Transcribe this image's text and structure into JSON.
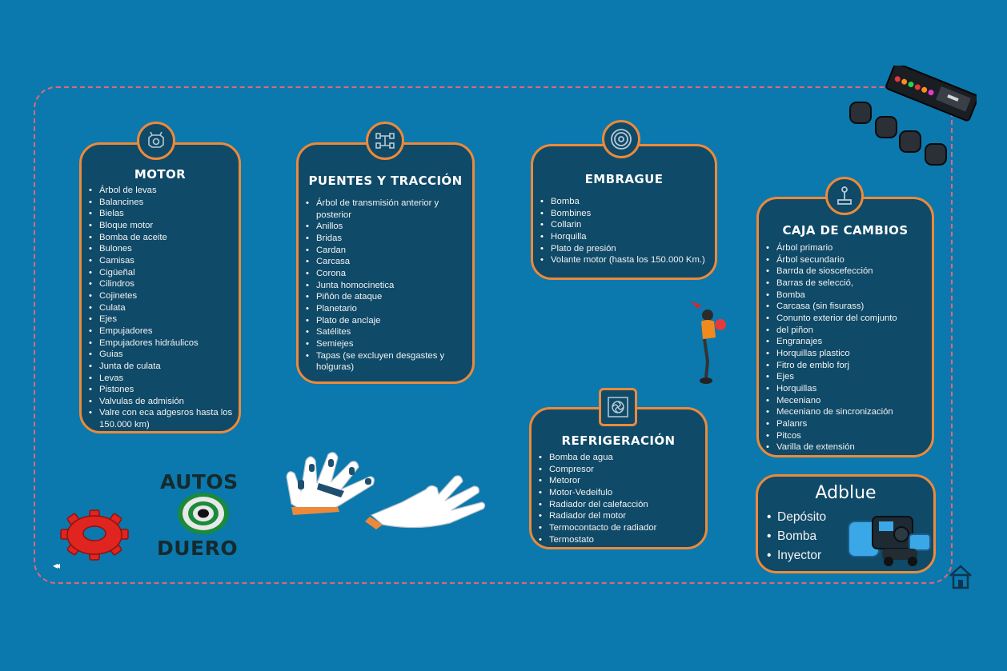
{
  "cards": {
    "motor": {
      "title": "MOTOR",
      "items": [
        "Árbol de levas",
        "Balancines",
        "Bielas",
        "Bloque motor",
        "Bomba de aceite",
        "Bulones",
        "Camisas",
        "Cigüeñal",
        "Cilindros",
        "Cojinetes",
        "Culata",
        "Ejes",
        "Empujadores",
        "Empujadores hidráulicos",
        "Guias",
        "Junta de culata",
        "Levas",
        "Pistones",
        "Valvulas de admisión",
        "Valre con eca adgesros hasta los 150.000 km)"
      ],
      "icon": "engine-icon"
    },
    "puentes": {
      "title": "PUENTES Y TRACCIÓN",
      "items": [
        "Árbol de transmisión anterior y posterior",
        "Anillos",
        "Bridas",
        "Cardan",
        "Carcasa",
        "Corona",
        "Junta homocinetica",
        "Piñón de ataque",
        "Planetario",
        "Plato de anclaje",
        "Satélites",
        "Semiejes",
        "Tapas (se excluyen desgastes y holguras)"
      ],
      "icon": "axle-icon"
    },
    "embrague": {
      "title": "EMBRAGUE",
      "items": [
        "Bomba",
        "Bombines",
        "Collarin",
        "Horquilla",
        "Plato de presión",
        "Volante motor (hasta los 150.000 Km.)"
      ],
      "icon": "clutch-disc-icon"
    },
    "caja": {
      "title": "CAJA DE CAMBIOS",
      "items": [
        "Árbol primario",
        "Árbol secundario",
        "Barrda de sioscefección",
        "Barras de selecció,",
        "Bomba",
        "Carcasa (sin fisurass)",
        "Conunto exterior del comjunto",
        "del piñon",
        "Engranajes",
        "Horquillas plastico",
        "Fitro de emblo forj",
        "Ejes",
        "Horquillas",
        "Meceniano",
        "Meceniano de sincronización",
        "Palanrs",
        "Pitcos",
        "Varilla de extensión"
      ],
      "icon": "gear-shift-icon"
    },
    "refri": {
      "title": "REFRIGERACIÓN",
      "items": [
        "Bomba de agua",
        "Compresor",
        "Metoror",
        "Motor-Vedeifulo",
        "Radiador del calefacción",
        "Radiador del motor",
        "Termocontacto de radiador",
        "Termostato"
      ],
      "icon": "radiator-fan-icon"
    },
    "adblue": {
      "title": "Adblue",
      "items": [
        "Depósito",
        "Bomba",
        "Inyector"
      ]
    }
  },
  "logo": {
    "line1": "AUTOS",
    "line2": "DUERO"
  },
  "nav": {
    "prev": "◂◂"
  },
  "colors": {
    "background": "#0b79ad",
    "card_fill": "#0f4a68",
    "card_border": "#ec8a3a",
    "frame_dash": "#e1667c",
    "gear": "#e0241f",
    "logo_green": "#1b8a3a"
  }
}
